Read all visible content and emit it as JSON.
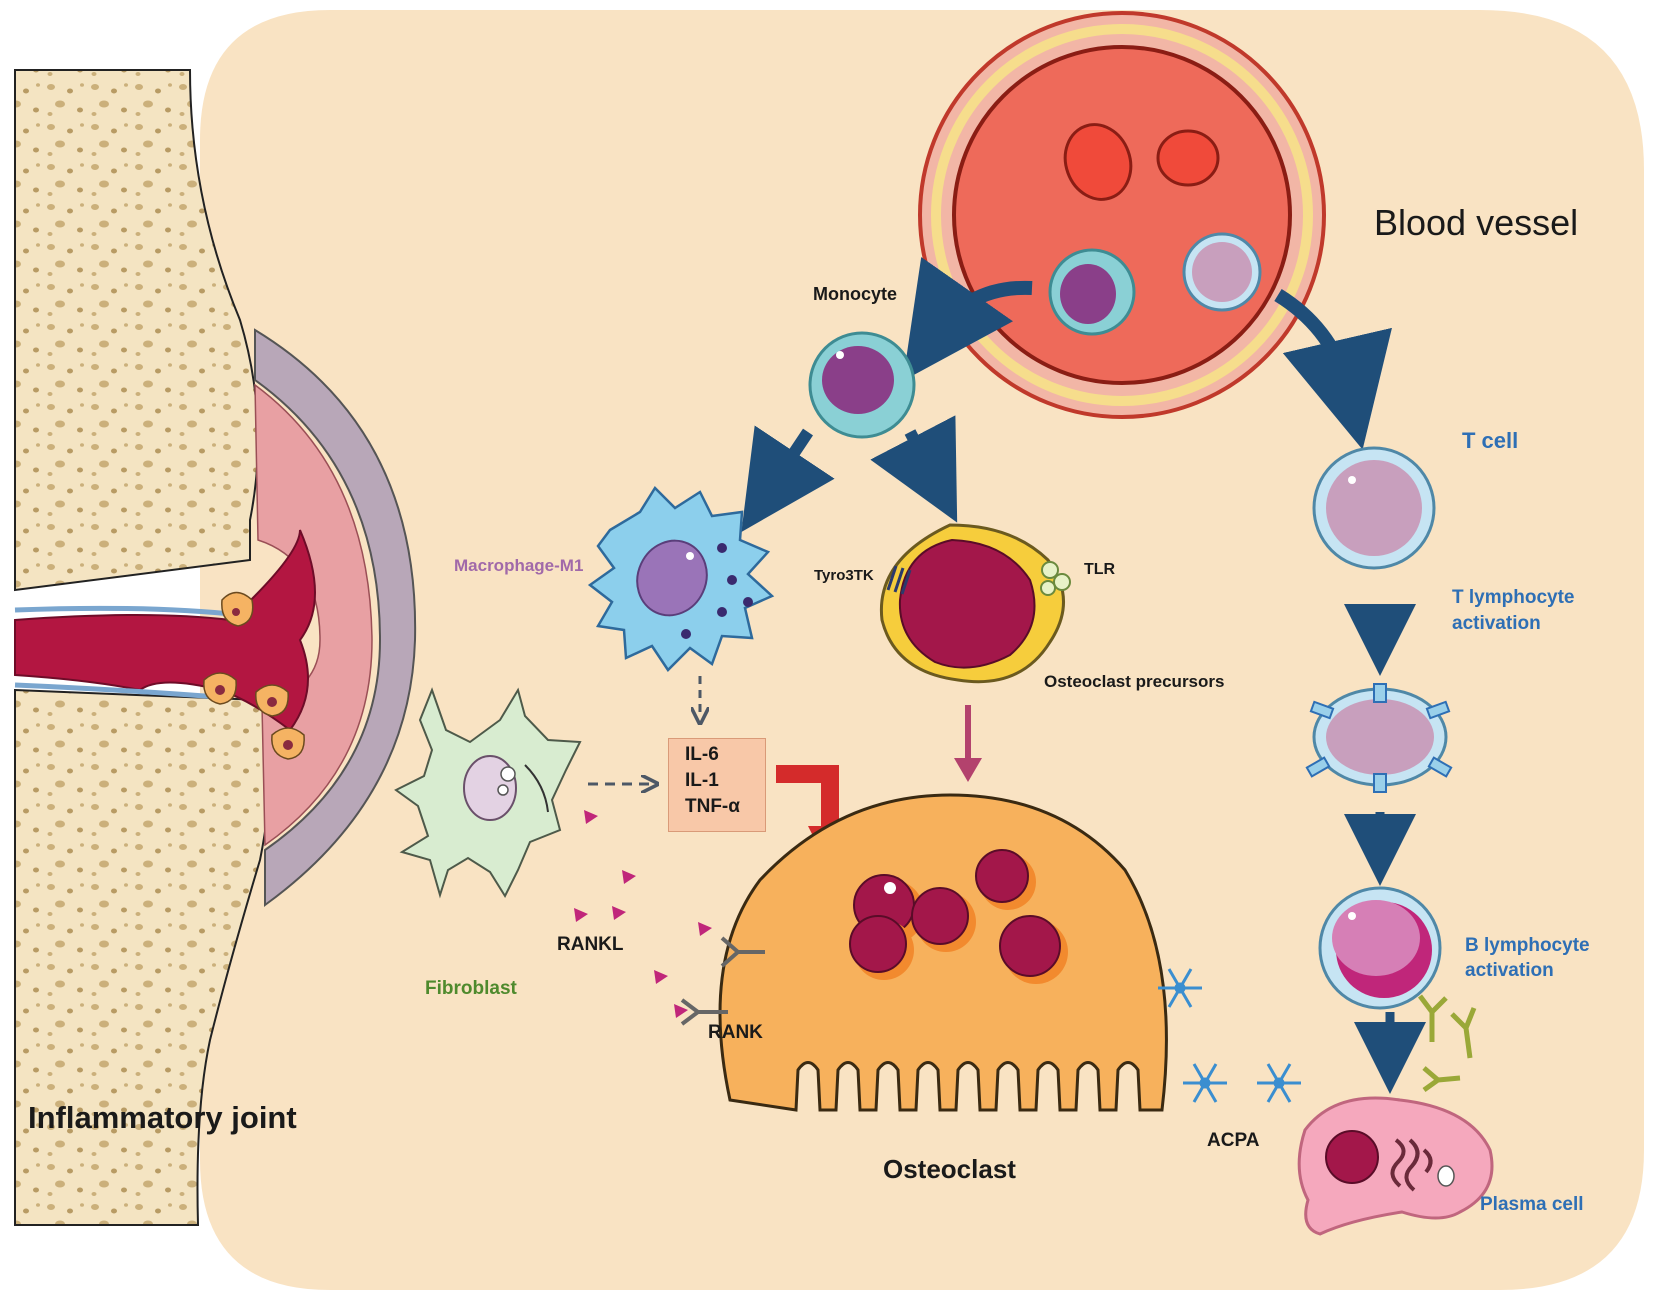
{
  "labels": {
    "blood_vessel": "Blood vessel",
    "monocyte": "Monocyte",
    "macrophage": "Macrophage-M1",
    "tyro3tk": "Tyro3TK",
    "tlr": "TLR",
    "osteoclast_precursors": "Osteoclast precursors",
    "t_cell": "T cell",
    "t_activation_line1": "T lymphocyte",
    "t_activation_line2": "activation",
    "b_activation_line1": "B lymphocyte",
    "b_activation_line2": "activation",
    "plasma_cell": "Plasma cell",
    "fibroblast": "Fibroblast",
    "rankl": "RANKL",
    "rank": "RANK",
    "osteoclast": "Osteoclast",
    "acpa": "ACPA",
    "inflammatory_joint": "Inflammatory joint"
  },
  "cytokines": [
    "IL-6",
    "IL-1",
    "TNF-α"
  ],
  "colors": {
    "background": "#f9e3c3",
    "bone": "#f4e4c2",
    "arrow_navy": "#1f4e79",
    "arrow_red": "#d42b2b",
    "arrow_purple": "#b3426d",
    "label_blue": "#2e6fb5",
    "label_purple": "#a169a9",
    "label_green": "#4f8a2d",
    "osteoclast_body": "#f7b15c",
    "nucleus": "#a3174a"
  }
}
